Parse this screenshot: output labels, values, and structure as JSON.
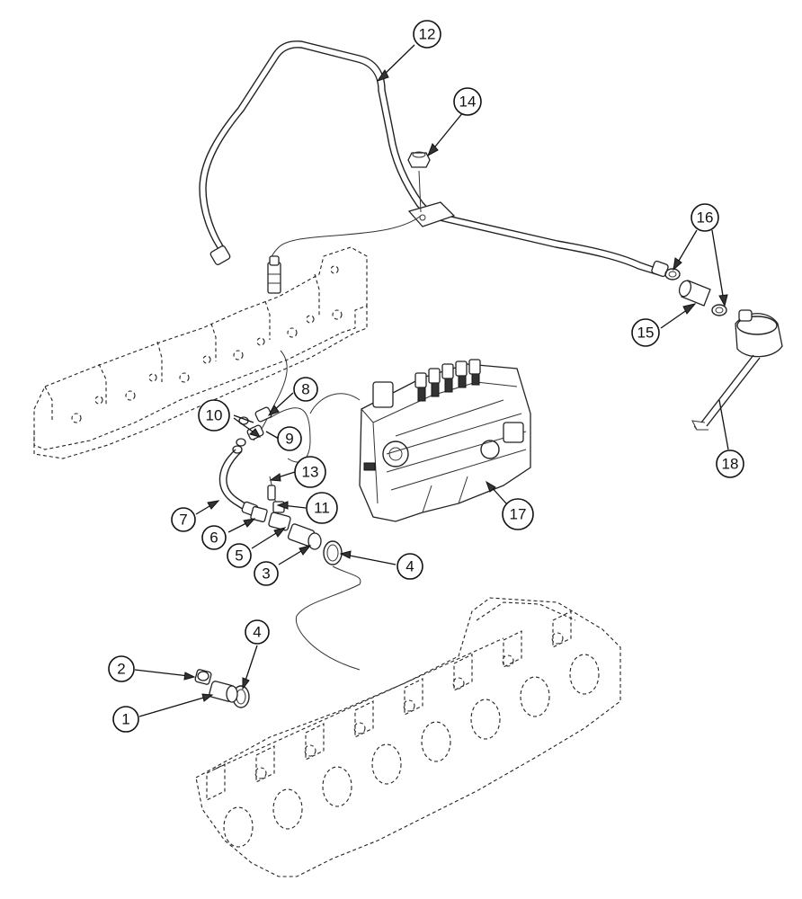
{
  "callouts": [
    {
      "id": "1",
      "label": "1"
    },
    {
      "id": "2",
      "label": "2"
    },
    {
      "id": "3",
      "label": "3"
    },
    {
      "id": "4a",
      "label": "4"
    },
    {
      "id": "4b",
      "label": "4"
    },
    {
      "id": "5",
      "label": "5"
    },
    {
      "id": "6",
      "label": "6"
    },
    {
      "id": "7",
      "label": "7"
    },
    {
      "id": "8",
      "label": "8"
    },
    {
      "id": "9",
      "label": "9"
    },
    {
      "id": "10",
      "label": "10"
    },
    {
      "id": "11",
      "label": "11"
    },
    {
      "id": "12",
      "label": "12"
    },
    {
      "id": "13",
      "label": "13"
    },
    {
      "id": "14",
      "label": "14"
    },
    {
      "id": "15",
      "label": "15"
    },
    {
      "id": "16",
      "label": "16"
    },
    {
      "id": "17",
      "label": "17"
    },
    {
      "id": "18",
      "label": "18"
    }
  ],
  "colors": {
    "line": "#222222",
    "background": "#ffffff"
  }
}
